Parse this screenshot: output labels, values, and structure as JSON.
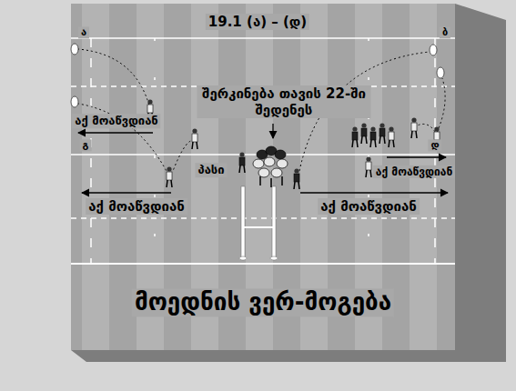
{
  "diagram": {
    "title": "19.1 (ა) – (დ)",
    "labels": [
      "ა",
      "ბ",
      "შერკინება თავის 22-ში შედენეს",
      "აქ მოაწვდიან",
      "პასი",
      "გ",
      "დ",
      "აქ მოაწვდიან",
      "აქ მოაწვდიან",
      "აქ მოაწვდიან",
      "მოედნის ვერ-მოგება"
    ]
  }
}
